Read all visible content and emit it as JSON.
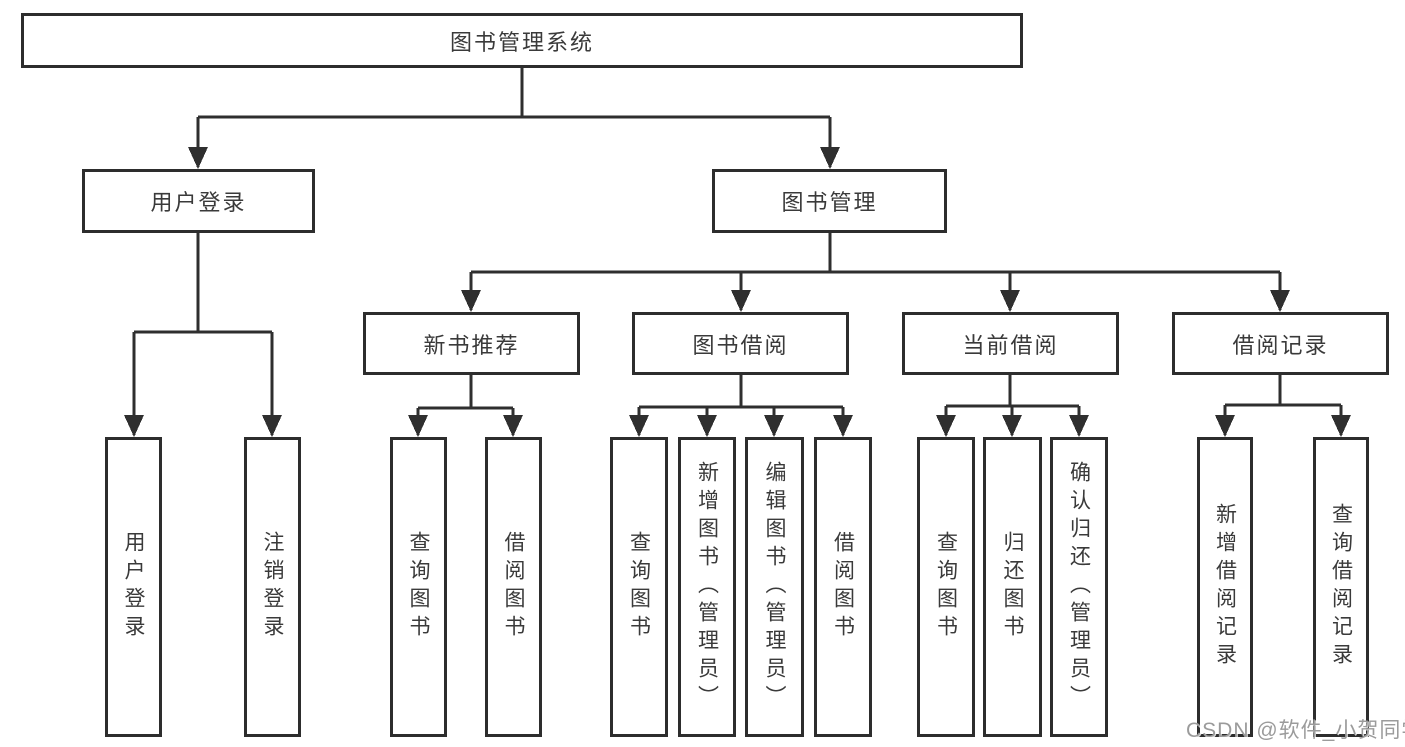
{
  "diagram_title": "图书管理系统",
  "colors": {
    "line": "#2f2f2f",
    "box_border": "#2d2d2d",
    "text": "#3a3a3a",
    "watermark": "#9b9b9b",
    "background": "#ffffff"
  },
  "tree": {
    "root": {
      "label": "图书管理系统",
      "children": [
        {
          "label": "用户登录",
          "children": [
            {
              "label": "用户登录"
            },
            {
              "label": "注销登录"
            }
          ]
        },
        {
          "label": "图书管理",
          "children": [
            {
              "label": "新书推荐",
              "children": [
                {
                  "label": "查询图书"
                },
                {
                  "label": "借阅图书"
                }
              ]
            },
            {
              "label": "图书借阅",
              "children": [
                {
                  "label": "查询图书"
                },
                {
                  "label": "新增图书（管理员）"
                },
                {
                  "label": "编辑图书（管理员）"
                },
                {
                  "label": "借阅图书"
                }
              ]
            },
            {
              "label": "当前借阅",
              "children": [
                {
                  "label": "查询图书"
                },
                {
                  "label": "归还图书"
                },
                {
                  "label": "确认归还（管理员）"
                }
              ]
            },
            {
              "label": "借阅记录",
              "children": [
                {
                  "label": "新增借阅记录"
                },
                {
                  "label": "查询借阅记录"
                }
              ]
            }
          ]
        }
      ]
    }
  },
  "watermark": "CSDN @软件_小贺同学"
}
